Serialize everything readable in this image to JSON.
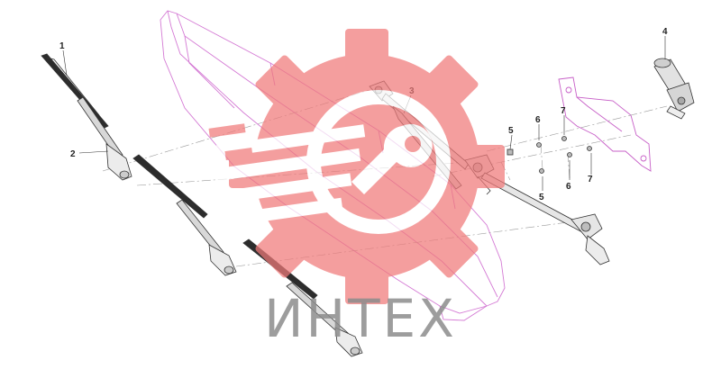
{
  "watermark": {
    "text": "ИНТЕХ",
    "gear_color": "#f07a7a",
    "text_color": "#8c8c8c"
  },
  "colors": {
    "panel_outline": "#d47ad4",
    "bracket_outline": "#c75fc7",
    "leader_line": "#9a9a9a",
    "part_stroke": "#333333"
  },
  "callouts": [
    "1",
    "2",
    "3",
    "4",
    "5",
    "6",
    "7",
    "5",
    "6",
    "7"
  ]
}
